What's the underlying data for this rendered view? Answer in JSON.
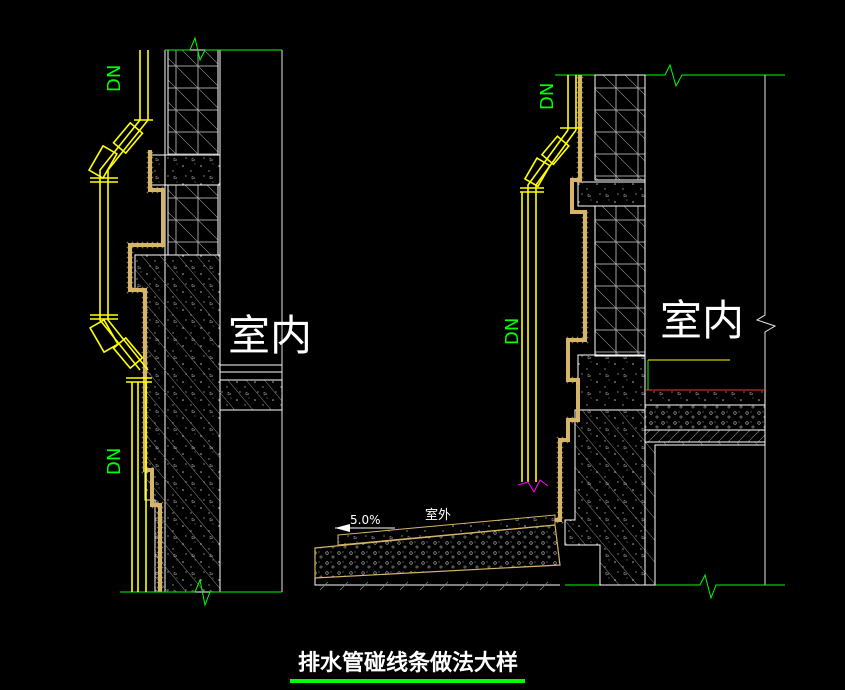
{
  "drawing": {
    "title": "排水管碰线条做法大样",
    "labels": {
      "left_pipe_top": "DN",
      "left_pipe_bottom": "DN",
      "right_pipe": "DN",
      "interior_left": "室内",
      "interior_right": "室内",
      "exterior": "室外",
      "slope": "5.0%"
    },
    "colors": {
      "background": "#000000",
      "pipe": "#ffff00",
      "finish": "#d6b56a",
      "wall_line": "#ffffff",
      "dim_line": "#e6e6e6",
      "dn_text": "#00ff00",
      "marker_green": "#00ff00",
      "hatch": "#8a8a8a",
      "underline": "#00ff00",
      "accent_red": "#ff3030",
      "accent_magenta": "#ff00ff"
    }
  }
}
